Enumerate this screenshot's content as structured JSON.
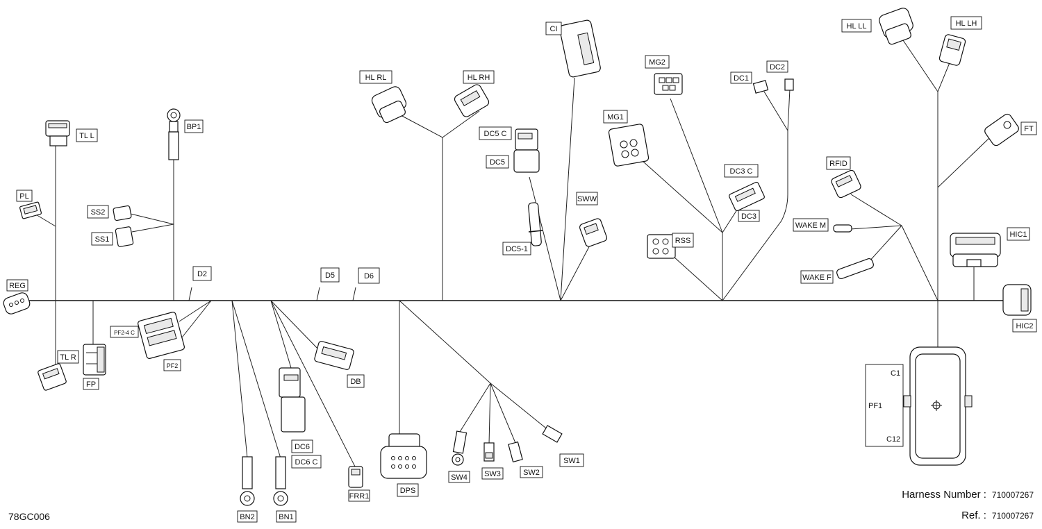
{
  "labels": {
    "TL_L": "TL L",
    "PL": "PL",
    "REG": "REG",
    "TL_R": "TL R",
    "FP": "FP",
    "BP1": "BP1",
    "SS2": "SS2",
    "SS1": "SS1",
    "D2": "D2",
    "PF2_4C": "PF2-4 C",
    "PF2": "PF2",
    "D5": "D5",
    "D6": "D6",
    "BN2": "BN2",
    "BN1": "BN1",
    "DC6": "DC6",
    "DC6_C": "DC6 C",
    "DB": "DB",
    "FRR1": "FRR1",
    "DPS": "DPS",
    "HL_RL": "HL RL",
    "HL_RH": "HL RH",
    "CI": "CI",
    "DC5_C": "DC5 C",
    "DC5": "DC5",
    "DC5_1": "DC5-1",
    "SWW": "SWW",
    "SW4": "SW4",
    "SW3": "SW3",
    "SW2": "SW2",
    "SW1": "SW1",
    "MG2": "MG2",
    "MG1": "MG1",
    "DC1": "DC1",
    "DC2": "DC2",
    "DC3_C": "DC3 C",
    "DC3": "DC3",
    "RSS": "RSS",
    "HL_LL": "HL LL",
    "HL_LH": "HL LH",
    "FT": "FT",
    "RFID": "RFID",
    "WAKE_M": "WAKE M",
    "WAKE_F": "WAKE F",
    "HIC1": "HIC1",
    "HIC2": "HIC2",
    "PF1": "PF1",
    "C1": "C1",
    "C12": "C12"
  },
  "info": {
    "drawing_code": "78GC006",
    "harness_number_label": "Harness Number :",
    "harness_number": "710007267",
    "ref_label": "Ref. :",
    "ref": "710007267"
  }
}
